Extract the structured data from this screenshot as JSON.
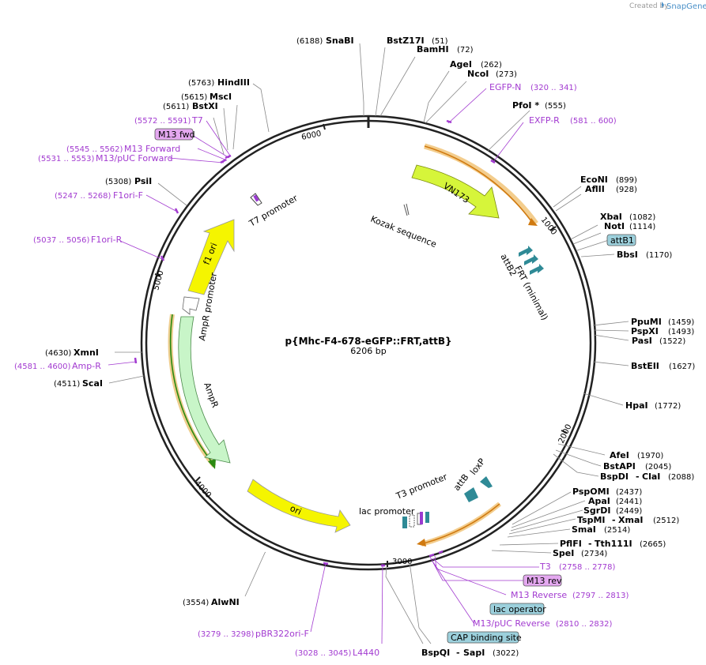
{
  "header": {
    "created_by": "Created by",
    "brand": "SnapGene"
  },
  "plasmid": {
    "name": "p{Mhc-F4-678-eGFP::FRT,attB}",
    "size": "6206 bp"
  },
  "ticks": [
    "1000",
    "2000",
    "3000",
    "4000",
    "5000",
    "6000"
  ],
  "sites": {
    "snabi": {
      "pos": "(6188)",
      "name": "SnaBI"
    },
    "bstz17i": {
      "name": "BstZ17I",
      "pos": "(51)"
    },
    "bamhi": {
      "name": "BamHI",
      "pos": "(72)"
    },
    "agei": {
      "name": "AgeI",
      "pos": "(262)"
    },
    "ncoi": {
      "name": "NcoI",
      "pos": "(273)"
    },
    "pfoi": {
      "name": "PfoI *",
      "pos": "(555)"
    },
    "econi": {
      "name": "EcoNI",
      "pos": "(899)"
    },
    "aflii": {
      "name": "AflII",
      "pos": "(928)"
    },
    "xbai": {
      "name": "XbaI",
      "pos": "(1082)"
    },
    "noti": {
      "name": "NotI",
      "pos": "(1114)"
    },
    "bbsi": {
      "name": "BbsI",
      "pos": "(1170)"
    },
    "ppumi": {
      "name": "PpuMI",
      "pos": "(1459)"
    },
    "pspxi": {
      "name": "PspXI",
      "pos": "(1493)"
    },
    "pasi": {
      "name": "PasI",
      "pos": "(1522)"
    },
    "bsteii": {
      "name": "BstEII",
      "pos": "(1627)"
    },
    "hpai": {
      "name": "HpaI",
      "pos": "(1772)"
    },
    "afei": {
      "name": "AfeI",
      "pos": "(1970)"
    },
    "bstapi": {
      "name": "BstAPI",
      "pos": "(2045)"
    },
    "bspdi": {
      "name": "BspDI",
      "sep": "-",
      "name2": "ClaI",
      "pos": "(2088)"
    },
    "pspomi": {
      "name": "PspOMI",
      "pos": "(2437)"
    },
    "apai": {
      "name": "ApaI",
      "pos": "(2441)"
    },
    "sgrdi": {
      "name": "SgrDI",
      "pos": "(2449)"
    },
    "tspmi": {
      "name": "TspMI",
      "sep": "-",
      "name2": "XmaI",
      "pos": "(2512)"
    },
    "smai": {
      "name": "SmaI",
      "pos": "(2514)"
    },
    "pflfi": {
      "name": "PflFI",
      "sep": "-",
      "name2": "Tth111I",
      "pos": "(2665)"
    },
    "spei": {
      "name": "SpeI",
      "pos": "(2734)"
    },
    "bspqi": {
      "name": "BspQI",
      "sep": "-",
      "name2": "SapI",
      "pos": "(3022)"
    },
    "alwni": {
      "pos": "(3554)",
      "name": "AlwNI"
    },
    "scai": {
      "pos": "(4511)",
      "name": "ScaI"
    },
    "xmni": {
      "pos": "(4630)",
      "name": "XmnI"
    },
    "psii": {
      "pos": "(5308)",
      "name": "PsiI"
    },
    "bstxi": {
      "pos": "(5611)",
      "name": "BstXI"
    },
    "msci": {
      "pos": "(5615)",
      "name": "MscI"
    },
    "hindiii": {
      "pos": "(5763)",
      "name": "HindIII"
    }
  },
  "primers": {
    "egfpn": {
      "name": "EGFP-N",
      "range": "(320 .. 341)"
    },
    "exfpr": {
      "name": "EXFP-R",
      "range": "(581 .. 600)"
    },
    "t3": {
      "name": "T3",
      "range": "(2758 .. 2778)"
    },
    "m13rev": {
      "name": "M13 rev"
    },
    "m13reverse": {
      "name": "M13 Reverse",
      "range": "(2797 .. 2813)"
    },
    "m13pucrev": {
      "name": "M13/pUC Reverse",
      "range": "(2810 .. 2832)"
    },
    "pbr322": {
      "range": "(3279 .. 3298)",
      "name": "pBR322ori-F"
    },
    "l4440": {
      "range": "(3028 .. 3045)",
      "name": "L4440"
    },
    "ampr": {
      "range": "(4581 .. 4600)",
      "name": "Amp-R"
    },
    "f1orir": {
      "range": "(5037 .. 5056)",
      "name": "F1ori-R"
    },
    "f1orif": {
      "range": "(5247 .. 5268)",
      "name": "F1ori-F"
    },
    "m13pucfwd": {
      "range": "(5531 .. 5553)",
      "name": "M13/pUC Forward"
    },
    "m13forward": {
      "range": "(5545 .. 5562)",
      "name": "M13 Forward"
    },
    "m13fwd": {
      "name": "M13 fwd"
    },
    "t7": {
      "range": "(5572 .. 5591)",
      "name": "T7"
    }
  },
  "badges": {
    "attb1": "attB1",
    "lac_operator": "lac operator",
    "cap_site": "CAP binding site"
  },
  "features": {
    "vn173": "VN173",
    "kozak": "Kozak sequence",
    "frt": "FRT (minimal)",
    "attb2": "attB2",
    "t7_promoter": "T7 promoter",
    "f1_ori": "f1 ori",
    "ampr_promoter": "AmpR promoter",
    "ampr": "AmpR",
    "ori": "ori",
    "lac_promoter": "lac promoter",
    "t3_promoter": "T3 promoter",
    "attb": "attB",
    "loxp": "loxP"
  },
  "colors": {
    "backbone": "#222222",
    "primer": "#a23ad0",
    "yellow": "#f5f500",
    "vn173": "#d6f53a",
    "ampr": "#c8f5c8",
    "teal": "#2f8a96",
    "highlight": "#f0c070"
  }
}
